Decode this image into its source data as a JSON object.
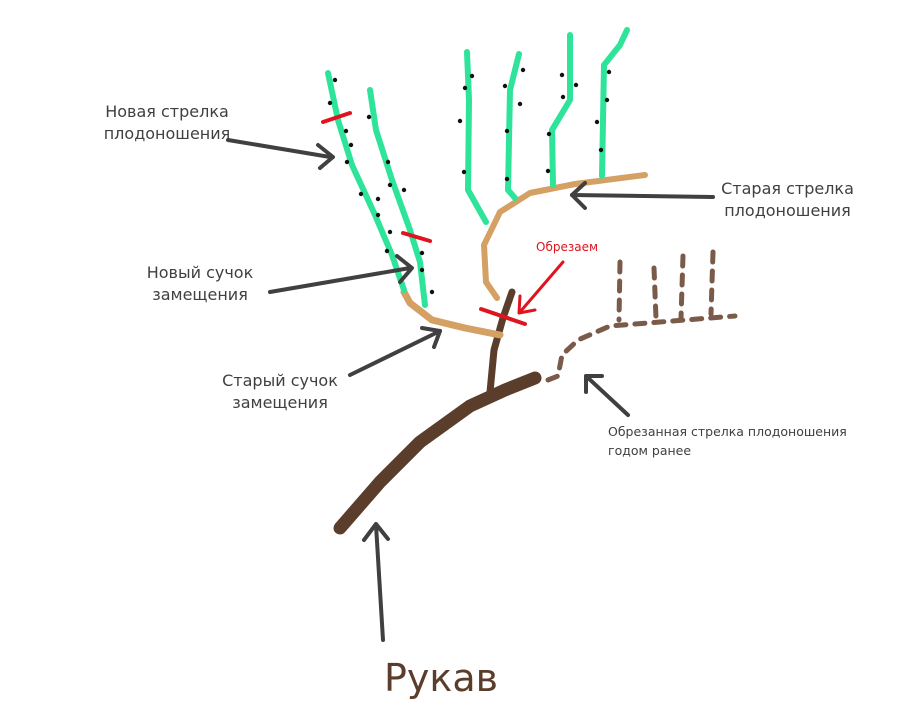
{
  "labels": {
    "new_fruiting_cane": [
      "Новая стрелка",
      "плодоношения"
    ],
    "old_fruiting_cane": [
      "Старая стрелка",
      "плодоношения"
    ],
    "new_renewal_spur": [
      "Новый сучок",
      "замещения"
    ],
    "old_renewal_spur": [
      "Старый сучок",
      "замещения"
    ],
    "cut_here": "Обрезаем",
    "pruned_cane": [
      "Обрезанная стрелка плодоношения",
      "годом ранее"
    ],
    "cordon": "Рукав"
  },
  "colors": {
    "shoot": "#2ee39a",
    "old_wood_tan": "#d4a064",
    "trunk_brown": "#5a3e2b",
    "dashed_brown": "#7a5a48",
    "cut_red": "#e0141e",
    "arrow": "#404040",
    "cordon_text": "#5a3e2b"
  }
}
